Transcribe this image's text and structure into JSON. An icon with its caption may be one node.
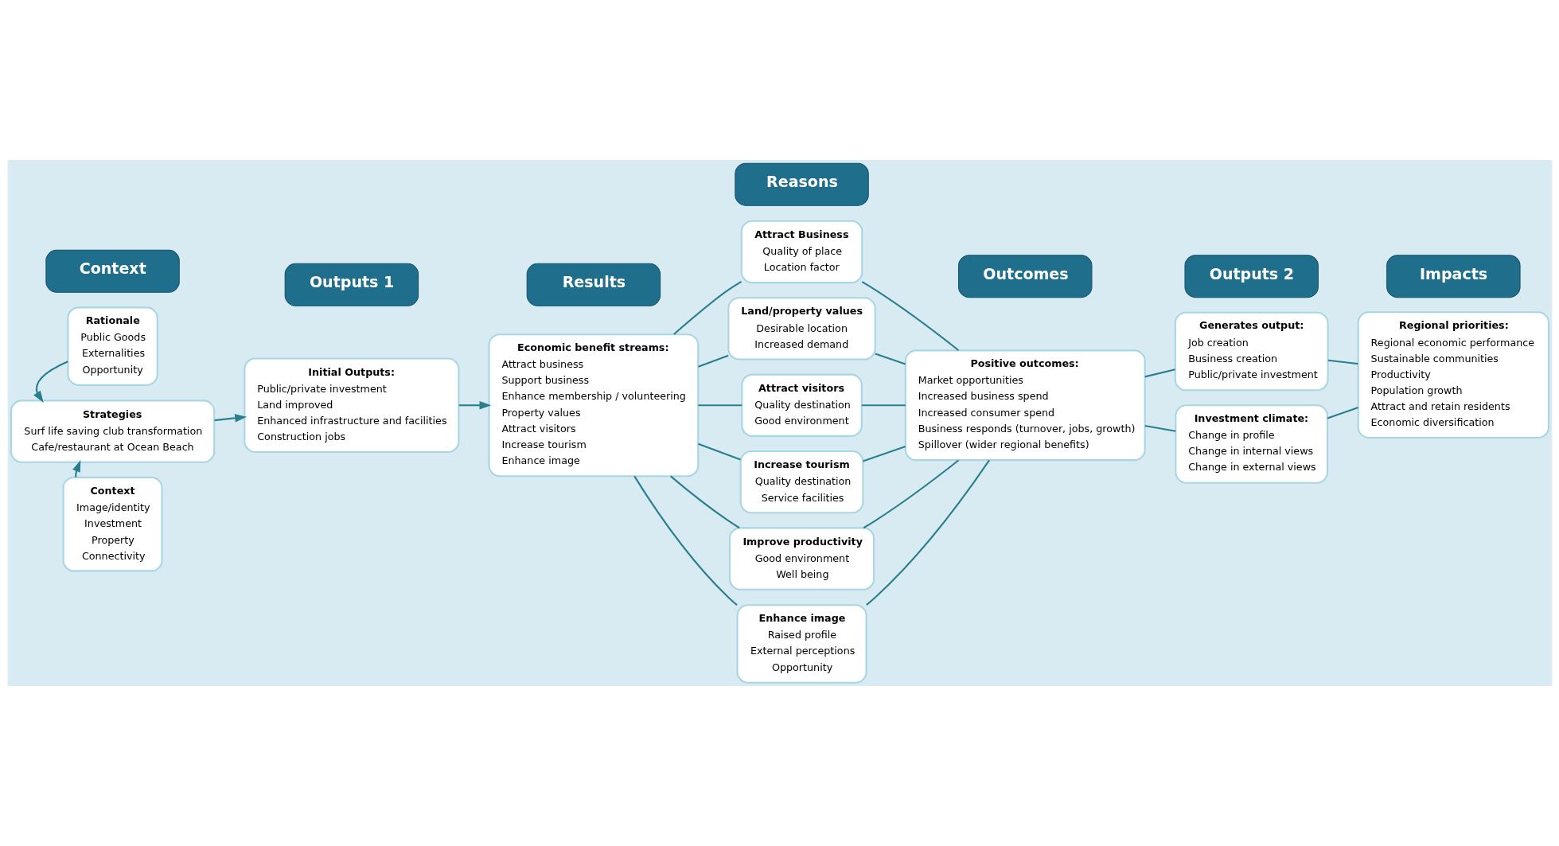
{
  "diagram": {
    "nodes": [
      {
        "text": [
          "Context"
        ]
      },
      {
        "text": [
          "Outputs 1"
        ]
      },
      {
        "text": [
          "Results"
        ]
      },
      {
        "text": [
          "Reasons"
        ]
      },
      {
        "text": [
          "Outcomes"
        ]
      },
      {
        "text": [
          "Outputs 2"
        ]
      },
      {
        "text": [
          "Impacts"
        ]
      },
      {
        "text": [
          "Rationale",
          "Public Goods",
          "Externalities",
          "Opportunity"
        ]
      },
      {
        "text": [
          "Strategies",
          "Surf life saving club transformation",
          "Cafe/restaurant at Ocean Beach"
        ]
      },
      {
        "text": [
          "Context",
          "Image/identity",
          "Investment",
          "Property",
          "Connectivity"
        ]
      },
      {
        "text": [
          "Initial Outputs:",
          "Public/private investment",
          "Land improved",
          "Enhanced infrastructure and facilities",
          "Construction jobs"
        ]
      },
      {
        "text": [
          "Economic benefit streams:",
          "Attract business",
          "Support business",
          "Enhance membership / volunteering",
          "Property values",
          "Attract visitors",
          "Increase tourism",
          "Enhance image"
        ]
      },
      {
        "text": [
          "Attract Business",
          "Quality of place",
          "Location factor"
        ]
      },
      {
        "text": [
          "Land/property values",
          "Desirable location",
          "Increased demand"
        ]
      },
      {
        "text": [
          "Attract visitors",
          "Quality destination",
          "Good environment"
        ]
      },
      {
        "text": [
          "Increase tourism",
          "Quality destination",
          "Service facilities"
        ]
      },
      {
        "text": [
          "Improve productivity",
          "Good environment",
          "Well being"
        ]
      },
      {
        "text": [
          "Enhance image",
          "Raised profile",
          "External perceptions",
          "Opportunity"
        ]
      },
      {
        "text": [
          "Positive outcomes:",
          "Market opportunities",
          "Increased business spend",
          "Increased consumer spend",
          "Business responds (turnover, jobs, growth)",
          "Spillover (wider regional benefits)"
        ]
      },
      {
        "text": [
          "Generates output:",
          "Job creation",
          "Business creation",
          "Public/private investment"
        ]
      },
      {
        "text": [
          "Investment climate:",
          "Change in profile",
          "Change in internal views",
          "Change in external views"
        ]
      },
      {
        "text": [
          "Regional priorities:",
          "Regional economic performance",
          "Sustainable communities",
          "Productivity",
          "Population growth",
          "Attract and retain residents",
          "Economic diversification"
        ]
      }
    ],
    "edges": [
      {
        "from": 7,
        "to": 8,
        "arrow": "to"
      },
      {
        "from": 9,
        "to": 8,
        "arrow": "to"
      },
      {
        "from": 8,
        "to": 10,
        "arrow": "to"
      },
      {
        "from": 10,
        "to": 11,
        "arrow": "to"
      },
      {
        "from": 11,
        "to": 12,
        "arrow": "none"
      },
      {
        "from": 11,
        "to": 13,
        "arrow": "none"
      },
      {
        "from": 11,
        "to": 14,
        "arrow": "none"
      },
      {
        "from": 11,
        "to": 15,
        "arrow": "none"
      },
      {
        "from": 11,
        "to": 16,
        "arrow": "none"
      },
      {
        "from": 11,
        "to": 17,
        "arrow": "none"
      },
      {
        "from": 12,
        "to": 18,
        "arrow": "none"
      },
      {
        "from": 13,
        "to": 18,
        "arrow": "none"
      },
      {
        "from": 14,
        "to": 18,
        "arrow": "none"
      },
      {
        "from": 15,
        "to": 18,
        "arrow": "none"
      },
      {
        "from": 16,
        "to": 18,
        "arrow": "none"
      },
      {
        "from": 17,
        "to": 18,
        "arrow": "none"
      },
      {
        "from": 18,
        "to": 19,
        "arrow": "none"
      },
      {
        "from": 18,
        "to": 20,
        "arrow": "none"
      },
      {
        "from": 19,
        "to": 21,
        "arrow": "none"
      },
      {
        "from": 20,
        "to": 21,
        "arrow": "none"
      }
    ]
  }
}
